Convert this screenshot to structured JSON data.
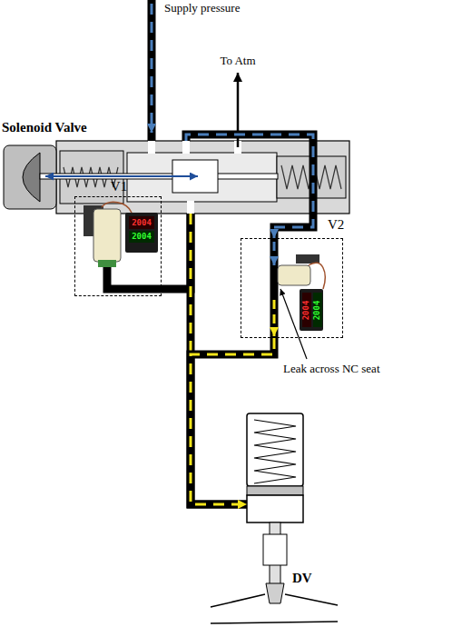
{
  "diagram": {
    "nodes": [
      {
        "text": [
          "Solenoid Valve"
        ]
      },
      {
        "text": [
          "V1"
        ]
      },
      {
        "text": [
          "V2"
        ]
      },
      {
        "text": [
          "DV"
        ]
      }
    ],
    "edges": [
      {
        "from": 0,
        "to": 1,
        "arrow": "none"
      },
      {
        "from": 0,
        "to": 3,
        "arrow": "to"
      },
      {
        "from": 0,
        "to": 2,
        "arrow": "to"
      },
      {
        "from": 2,
        "to": 3,
        "arrow": "to"
      }
    ],
    "labels": [
      "Supply pressure",
      "To Atm",
      "2004",
      "2004",
      "2004",
      "2004",
      "Leak across NC seat"
    ]
  }
}
